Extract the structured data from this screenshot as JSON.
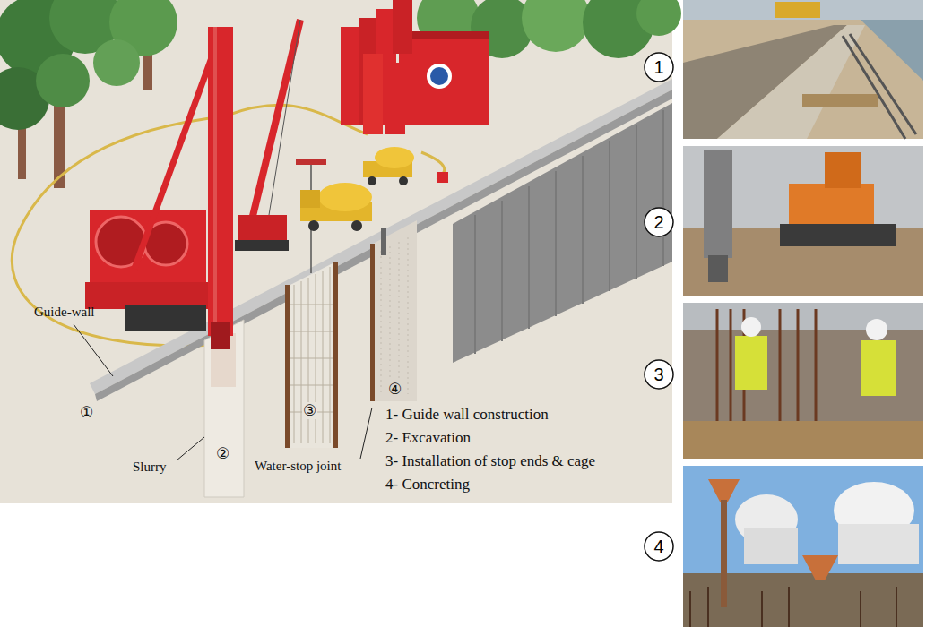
{
  "diagram": {
    "nodes": [
      {
        "text": [
          "1"
        ]
      },
      {
        "text": [
          "2"
        ]
      },
      {
        "text": [
          "3"
        ]
      },
      {
        "text": [
          "4"
        ]
      }
    ],
    "labels": [
      "Guide-wall",
      "①",
      "Slurry",
      "②",
      "Water-stop joint",
      "③",
      "④",
      "1- Guide wall construction",
      "2- Excavation",
      "3- Installation of stop ends & cage",
      "4- Concreting"
    ]
  }
}
